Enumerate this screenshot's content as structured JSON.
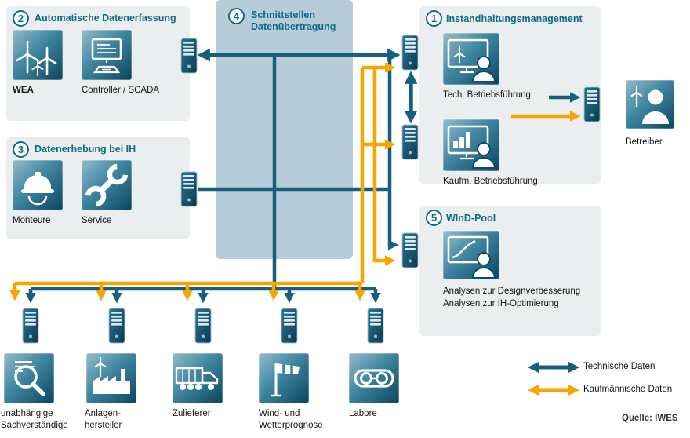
{
  "colors": {
    "technical": "#16607d",
    "commercial": "#f7a600"
  },
  "panels": {
    "p1": {
      "number": "1",
      "title": "Instandhaltungsmanagement"
    },
    "p2": {
      "number": "2",
      "title": "Automatische Datenerfassung"
    },
    "p3": {
      "number": "3",
      "title": "Datenerhebung bei IH"
    },
    "p4": {
      "number": "4",
      "title_line1": "Schnittstellen",
      "title_line2": "Datenübertragung"
    },
    "p5": {
      "number": "5",
      "title": "WInD-Pool"
    }
  },
  "items": {
    "wea": "WEA",
    "scada": "Controller / SCADA",
    "monteure": "Monteure",
    "service": "Service",
    "tech_bf": "Tech. Betriebsführung",
    "kaufm_bf": "Kaufm. Betriebsführung",
    "betreiber": "Betreiber",
    "windpool_line1": "Analysen zur Designverbesserung",
    "windpool_line2": "Analysen zur IH-Optimierung"
  },
  "external": {
    "e1_line1": "unabhängige",
    "e1_line2": "Sachverständige",
    "e2_line1": "Anlagen-",
    "e2_line2": "hersteller",
    "e3": "Zulieferer",
    "e4_line1": "Wind- und",
    "e4_line2": "Wetterprognose",
    "e5": "Labore"
  },
  "legend": {
    "technical": "Technische Daten",
    "commercial": "Kaufmännische Daten"
  },
  "source": "Quelle: IWES"
}
